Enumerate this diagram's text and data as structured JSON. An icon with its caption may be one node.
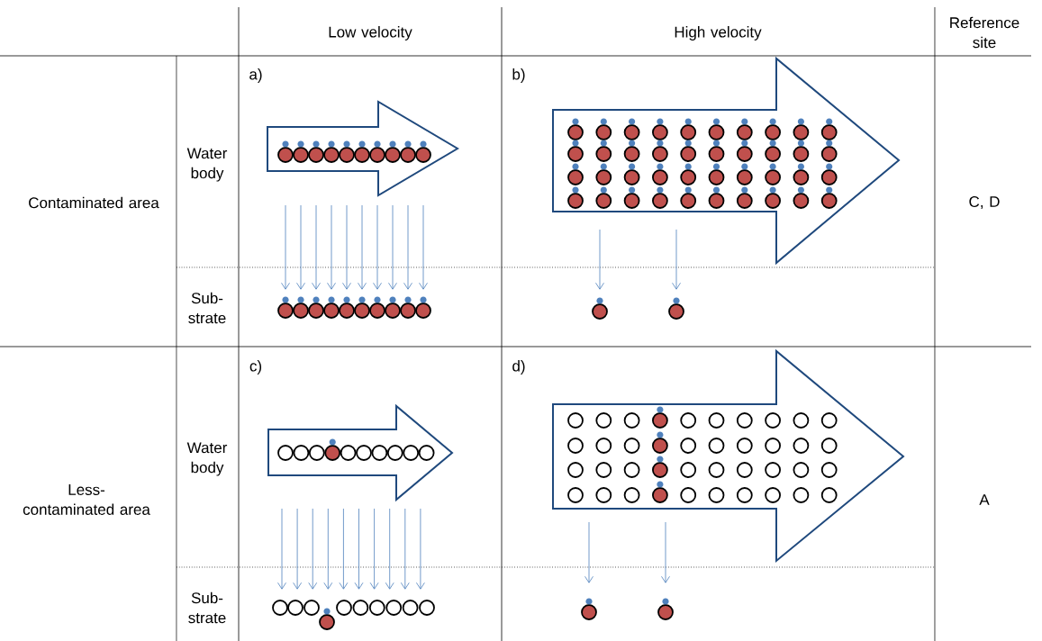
{
  "diagram": {
    "labels": [
      "Low velocity",
      "High velocity",
      "Reference site",
      "a)",
      "b)",
      "Water body",
      "Contaminated area",
      "C, D",
      "Sub-strate",
      "c)",
      "d)",
      "Water body",
      "Less-contaminated area",
      "A",
      "Sub-strate"
    ]
  }
}
